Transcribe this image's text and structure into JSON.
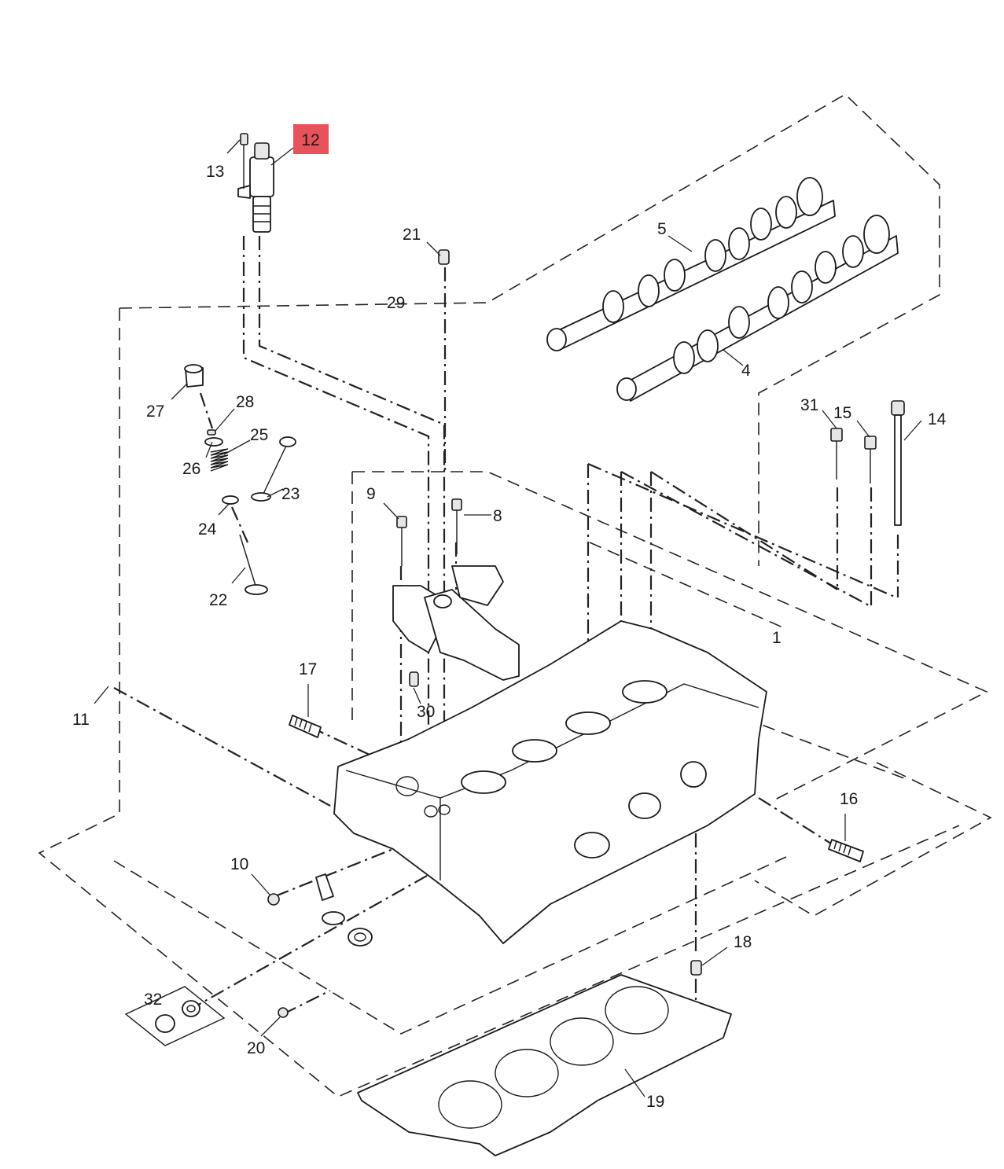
{
  "highlight": {
    "label": "12",
    "color": "#e8525a"
  },
  "labels": {
    "p1": "1",
    "p4": "4",
    "p5": "5",
    "p8": "8",
    "p9": "9",
    "p10": "10",
    "p11": "11",
    "p13": "13",
    "p14": "14",
    "p15": "15",
    "p16": "16",
    "p17": "17",
    "p18": "18",
    "p19": "19",
    "p20": "20",
    "p21": "21",
    "p22": "22",
    "p23": "23",
    "p24": "24",
    "p25": "25",
    "p26": "26",
    "p27": "27",
    "p28": "28",
    "p29": "29",
    "p30": "30",
    "p31": "31",
    "p32": "32"
  }
}
